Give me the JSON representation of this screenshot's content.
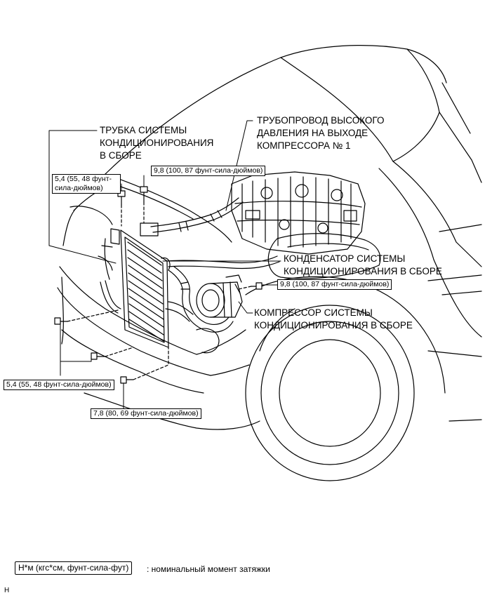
{
  "labels": {
    "pipe_assembly": [
      "ТРУБКА СИСТЕМЫ",
      "КОНДИЦИОНИРОВАНИЯ",
      "В СБОРЕ"
    ],
    "discharge_pipe": [
      "ТРУБОПРОВОД ВЫСОКОГО",
      "ДАВЛЕНИЯ НА ВЫХОДЕ",
      "КОМПРЕССОРА № 1"
    ],
    "condenser": [
      "КОНДЕНСАТОР СИСТЕМЫ",
      "КОНДИЦИОНИРОВАНИЯ В СБОРЕ"
    ],
    "compressor": [
      "КОМПРЕССОР СИСТЕМЫ",
      "КОНДИЦИОНИРОВАНИЯ В СБОРЕ"
    ]
  },
  "torques": {
    "t1": "5,4 (55, 48 фунт-сила-дюймов)",
    "t2": "9,8 (100, 87 фунт-сила-дюймов)",
    "t3": "9,8 (100, 87 фунт-сила-дюймов)",
    "t4": "5,4 (55, 48 фунт-сила-дюймов)",
    "t5": "7,8 (80, 69 фунт-сила-дюймов)"
  },
  "legend": {
    "unit": "Н*м (кгс*см, фунт-сила-фут)",
    "text": ": номинальный момент затяжки"
  },
  "code": "H"
}
